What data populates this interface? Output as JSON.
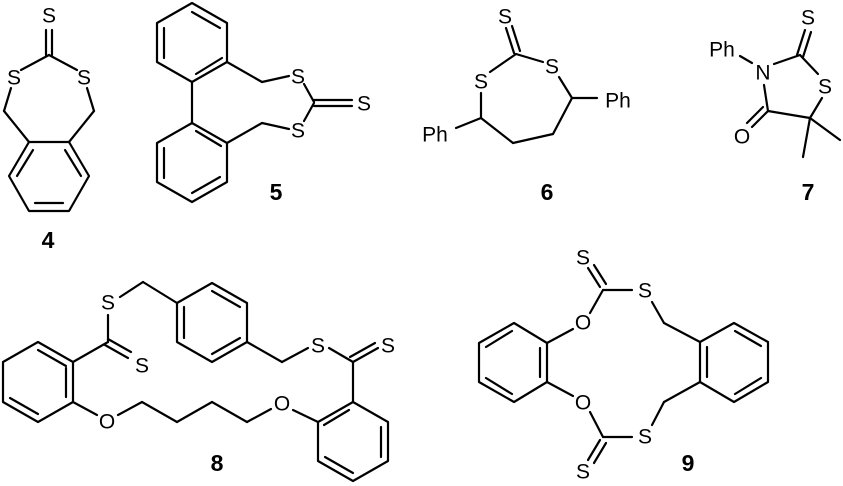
{
  "figure": {
    "compounds": [
      {
        "id": "4",
        "label": "4",
        "atoms": [
          "S",
          "S",
          "S"
        ]
      },
      {
        "id": "5",
        "label": "5",
        "atoms": [
          "S",
          "S",
          "S"
        ]
      },
      {
        "id": "6",
        "label": "6",
        "atoms": [
          "S",
          "S",
          "S",
          "Ph",
          "Ph"
        ]
      },
      {
        "id": "7",
        "label": "7",
        "atoms": [
          "S",
          "Ph",
          "N",
          "S",
          "O"
        ]
      },
      {
        "id": "8",
        "label": "8",
        "atoms": [
          "S",
          "S",
          "S",
          "S",
          "O",
          "O"
        ]
      },
      {
        "id": "9",
        "label": "9",
        "atoms": [
          "S",
          "S",
          "O",
          "O",
          "S",
          "S"
        ]
      }
    ]
  }
}
